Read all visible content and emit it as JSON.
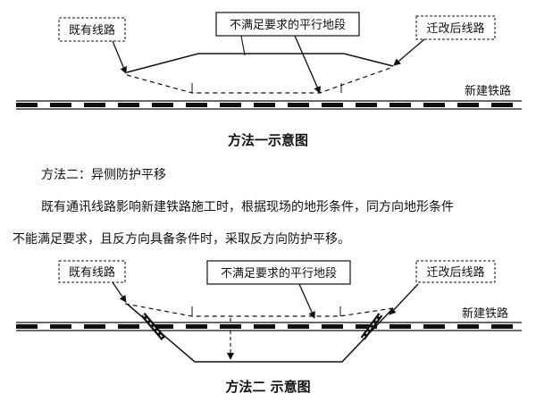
{
  "diagram1": {
    "label_existing": "既有线路",
    "label_nonconforming": "不满足要求的平行地段",
    "label_relocated": "迁改后线路",
    "label_new_railway": "新建铁路",
    "caption": "方法一示意图"
  },
  "text": {
    "method2_heading": "方法二：异侧防护平移",
    "paragraph_line1": "既有通讯线路影响新建铁路施工时，根据现场的地形条件，同方向地形条件",
    "paragraph_line2": "不能满足要求，且反方向具备条件时，采取反方向防护平移。"
  },
  "diagram2": {
    "label_existing": "既有线路",
    "label_nonconforming": "不满足要求的平行地段",
    "label_relocated": "迁改后线路",
    "label_new_railway": "新建铁路",
    "caption": "方法二 示意图"
  }
}
